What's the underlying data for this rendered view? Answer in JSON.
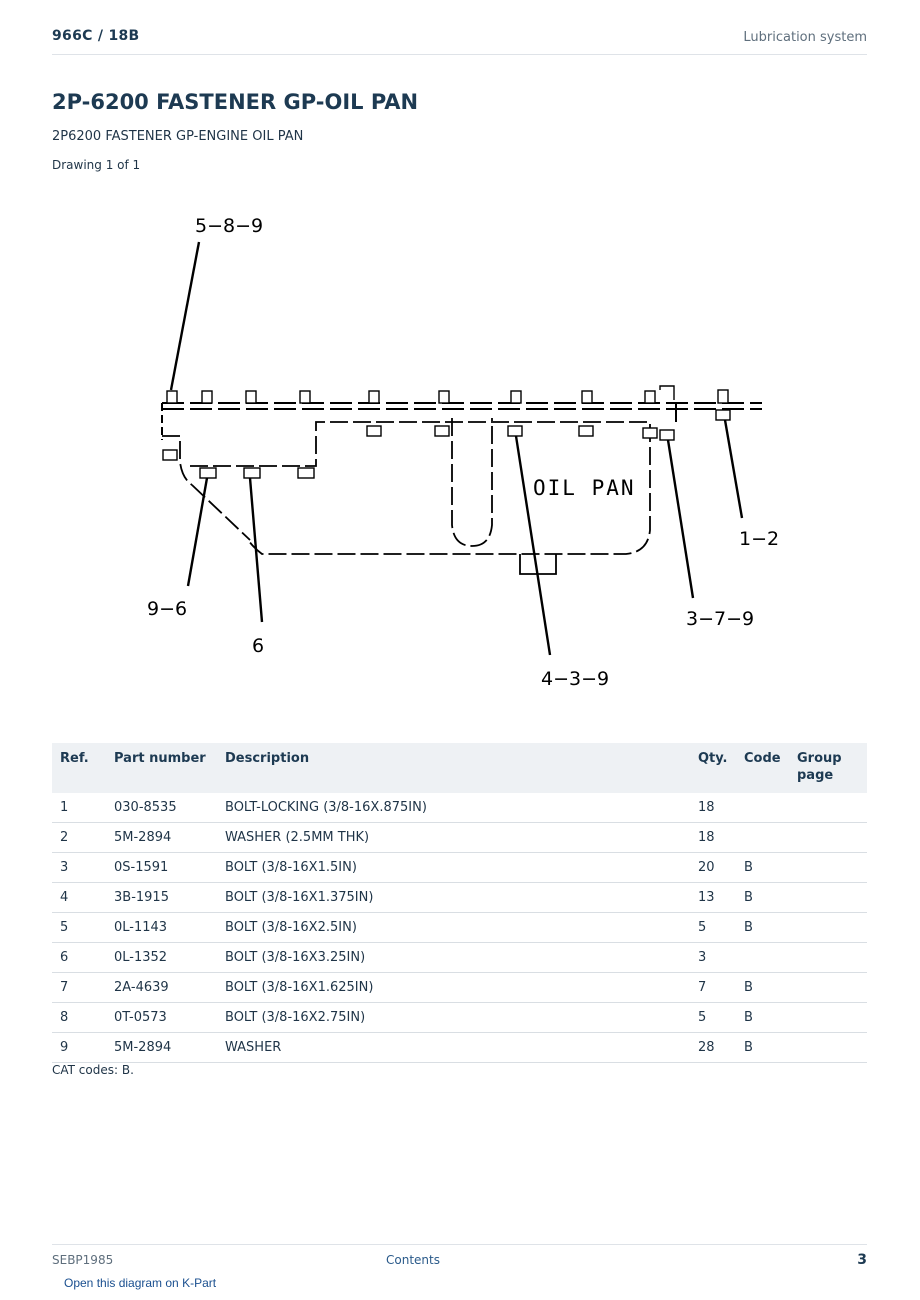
{
  "header": {
    "model": "966C  /  18B",
    "section": "Lubrication system"
  },
  "title": "2P-6200 FASTENER GP-OIL PAN",
  "subtitle": "2P6200 FASTENER GP-ENGINE OIL PAN",
  "drawing_label": "Drawing 1 of 1",
  "diagram": {
    "callouts": {
      "c1": "5−8−9",
      "c2": "1−2",
      "c3": "9−6",
      "c4": "6",
      "c5": "3−7−9",
      "c6": "4−3−9"
    },
    "pan_label": "OIL PAN"
  },
  "table": {
    "headers": {
      "ref": "Ref.",
      "part_number": "Part number",
      "description": "Description",
      "qty": "Qty.",
      "code": "Code",
      "group_page": "Group page"
    },
    "rows": [
      {
        "ref": "1",
        "part_number": "030-8535",
        "description": "BOLT-LOCKING (3/8-16X.875IN)",
        "qty": "18",
        "code": "",
        "group_page": ""
      },
      {
        "ref": "2",
        "part_number": "5M-2894",
        "description": "WASHER (2.5MM THK)",
        "qty": "18",
        "code": "",
        "group_page": ""
      },
      {
        "ref": "3",
        "part_number": "0S-1591",
        "description": "BOLT (3/8-16X1.5IN)",
        "qty": "20",
        "code": "B",
        "group_page": ""
      },
      {
        "ref": "4",
        "part_number": "3B-1915",
        "description": "BOLT (3/8-16X1.375IN)",
        "qty": "13",
        "code": "B",
        "group_page": ""
      },
      {
        "ref": "5",
        "part_number": "0L-1143",
        "description": "BOLT (3/8-16X2.5IN)",
        "qty": "5",
        "code": "B",
        "group_page": ""
      },
      {
        "ref": "6",
        "part_number": "0L-1352",
        "description": "BOLT (3/8-16X3.25IN)",
        "qty": "3",
        "code": "",
        "group_page": ""
      },
      {
        "ref": "7",
        "part_number": "2A-4639",
        "description": "BOLT (3/8-16X1.625IN)",
        "qty": "7",
        "code": "B",
        "group_page": ""
      },
      {
        "ref": "8",
        "part_number": "0T-0573",
        "description": "BOLT (3/8-16X2.75IN)",
        "qty": "5",
        "code": "B",
        "group_page": ""
      },
      {
        "ref": "9",
        "part_number": "5M-2894",
        "description": "WASHER",
        "qty": "28",
        "code": "B",
        "group_page": ""
      }
    ]
  },
  "cat_codes": "CAT codes: B.",
  "footer": {
    "doc_id": "SEBP1985",
    "contents_link": "Contents",
    "page_number": "3",
    "open_link": "Open this diagram on K-Part"
  }
}
